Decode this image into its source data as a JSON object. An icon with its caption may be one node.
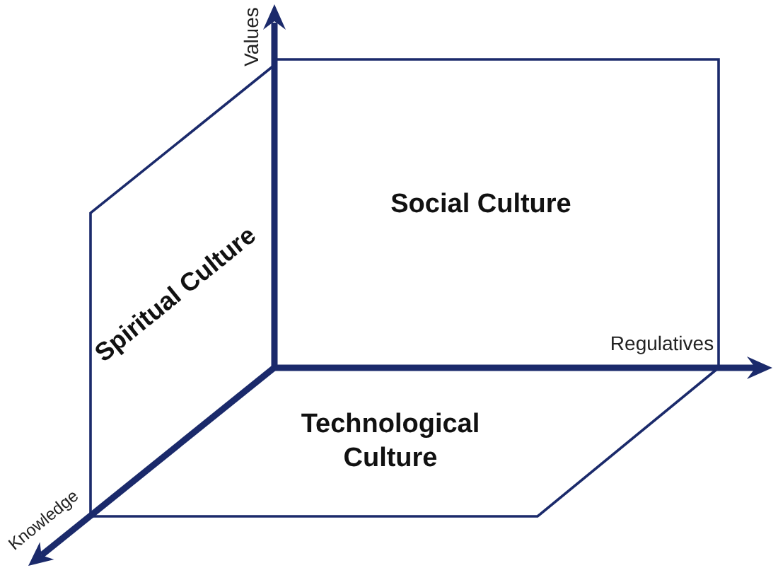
{
  "diagram": {
    "nodes": [
      {
        "text": [
          "Social Culture"
        ]
      },
      {
        "text": [
          "Spiritual Culture"
        ]
      },
      {
        "text": [
          "Technological Culture"
        ]
      }
    ],
    "labels": [
      "Values",
      "Regulatives",
      "Knowledge"
    ]
  }
}
